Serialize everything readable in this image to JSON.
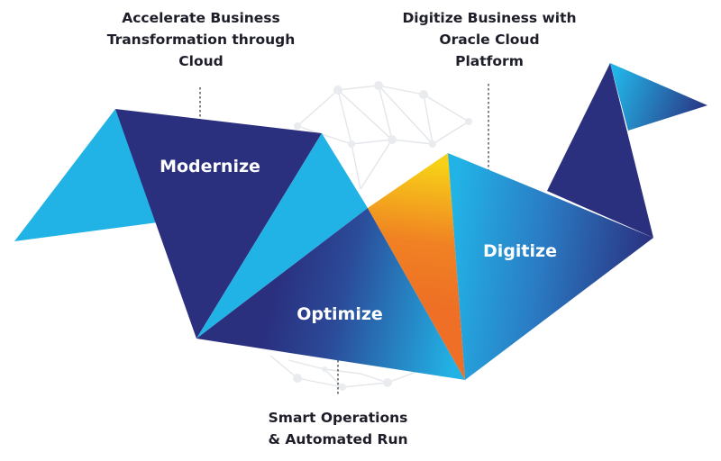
{
  "captions": {
    "modernize": [
      "Accelerate Business",
      "Transformation through",
      "Cloud"
    ],
    "digitize": [
      "Digitize Business with",
      "Oracle Cloud",
      "Platform"
    ],
    "optimize": [
      "Smart Operations",
      "& Automated Run"
    ]
  },
  "labels": {
    "modernize": "Modernize",
    "optimize": "Optimize",
    "digitize": "Digitize"
  },
  "colors": {
    "light_blue": "#22b3e6",
    "navy": "#2a2f7e",
    "orange": "#f08123",
    "yellow": "#f7d117",
    "text_dark": "#1e1e2a",
    "network_gray": "#e3e6ea"
  }
}
